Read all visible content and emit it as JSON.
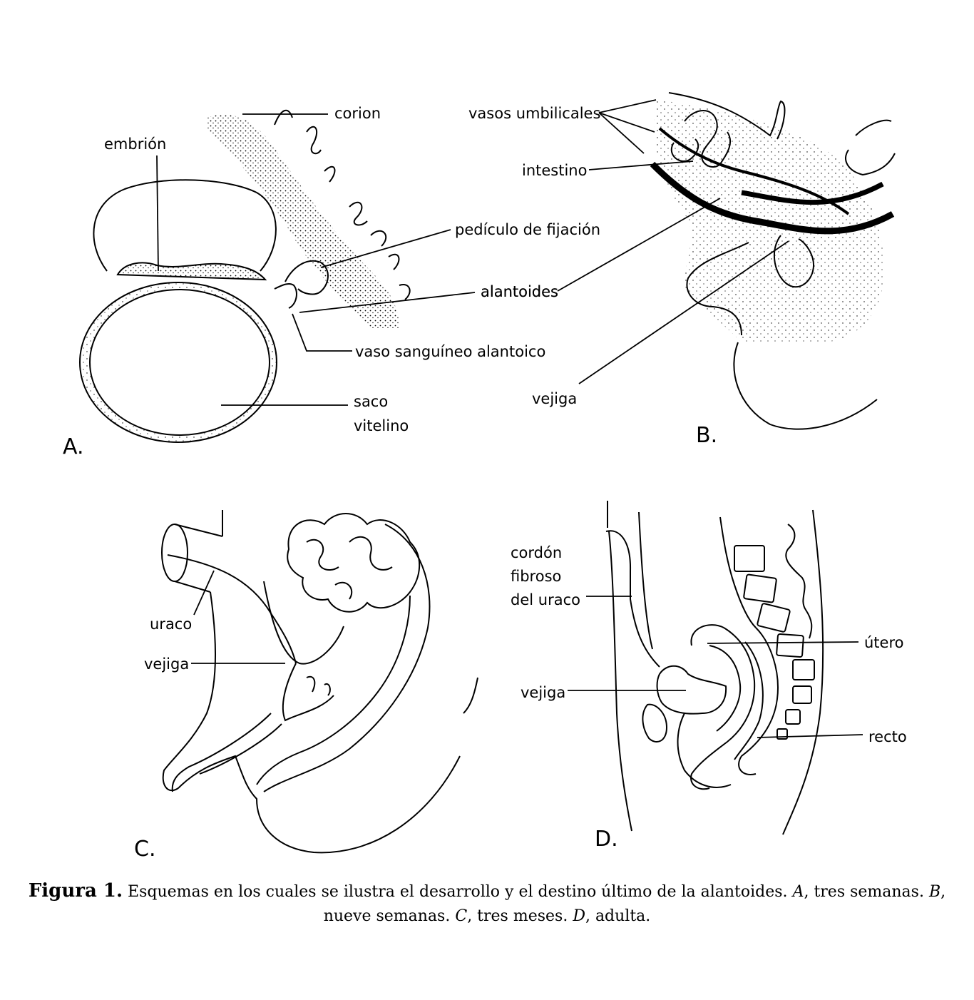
{
  "panels": {
    "A": {
      "letter": "A.",
      "labels": {
        "corion": "corion",
        "embrion": "embrión",
        "pediculo": "pedículo de fijación",
        "alantoides": "alantoides",
        "vaso": "vaso sanguíneo alantoico",
        "saco_1": "saco",
        "saco_2": "vitelino"
      }
    },
    "B": {
      "letter": "B.",
      "labels": {
        "vasos": "vasos umbilicales",
        "intestino": "intestino",
        "alantoides": "alantoides",
        "vejiga": "vejiga"
      }
    },
    "C": {
      "letter": "C.",
      "labels": {
        "uraco": "uraco",
        "vejiga": "vejiga"
      }
    },
    "D": {
      "letter": "D.",
      "labels": {
        "cordon_1": "cordón",
        "cordon_2": "fibroso",
        "cordon_3": "del uraco",
        "vejiga": "vejiga",
        "utero": "útero",
        "recto": "recto"
      }
    }
  },
  "caption": {
    "prefix": "Figura 1.",
    "text_1": "Esquemas en los cuales se ilustra el desarrollo y el destino último de la alantoides.",
    "a_letter": "A",
    "a_text": ", tres semanas.",
    "b_letter": "B",
    "b_text": ",",
    "text_2": "nueve semanas.",
    "c_letter": "C",
    "c_text": ", tres meses.",
    "d_letter": "D",
    "d_text": ", adulta."
  }
}
